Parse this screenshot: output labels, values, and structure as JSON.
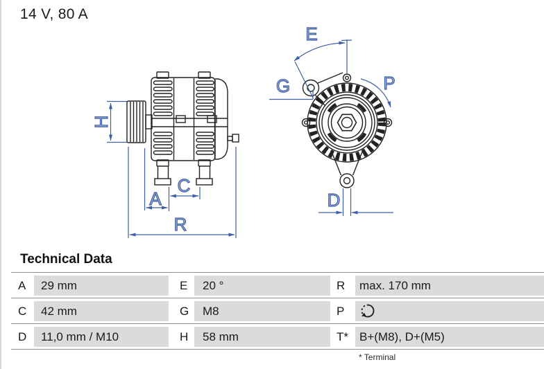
{
  "product": {
    "rating": "14 V, 80 A"
  },
  "diagram_labels": {
    "h": "H",
    "a": "A",
    "c": "C",
    "r": "R",
    "e": "E",
    "g": "G",
    "p": "P",
    "d": "D"
  },
  "table": {
    "title": "Technical Data",
    "rows": [
      {
        "k1": "A",
        "v1": "29 mm",
        "k2": "E",
        "v2": "20 °",
        "k3": "R",
        "v3": "max. 170 mm"
      },
      {
        "k1": "C",
        "v1": "42 mm",
        "k2": "G",
        "v2": "M8",
        "k3": "P",
        "v3": "",
        "v3_icon": "clockwise-rotation"
      },
      {
        "k1": "D",
        "v1": "11,0 mm / M10",
        "k2": "H",
        "v2": "58 mm",
        "k3": "T*",
        "v3": "B+(M8), D+(M5)"
      }
    ],
    "footnote": "* Terminal"
  },
  "colors": {
    "dimension_line": "#3e5fa7",
    "dimension_label": "#a9b3cc",
    "table_cell_bg": "#dbdbdb",
    "table_rule": "#8f8f8f"
  }
}
